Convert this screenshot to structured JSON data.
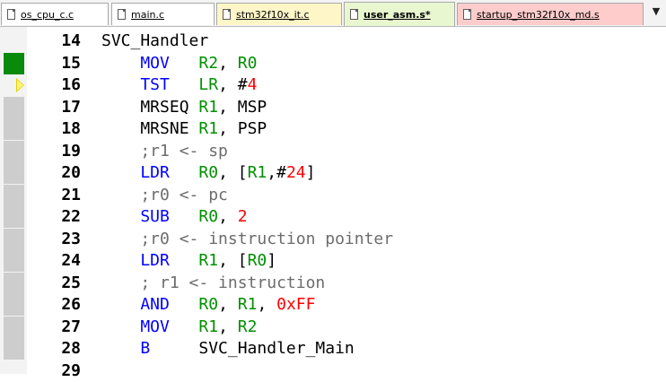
{
  "tabs": [
    {
      "label": "os_cpu_c.c",
      "active": false,
      "bg": "#ffffff"
    },
    {
      "label": "main.c",
      "active": false,
      "bg": "#ffffff"
    },
    {
      "label": "stm32f10x_it.c",
      "active": false,
      "bg": "#fff6c8"
    },
    {
      "label": "user_asm.s*",
      "active": true,
      "bg": "#e9f7d0"
    },
    {
      "label": "startup_stm32f10x_md.s",
      "active": false,
      "bg": "#ffcccc"
    }
  ],
  "tab_menu": "▼",
  "colors": {
    "keyword": "#0000ff",
    "register": "#009000",
    "number": "#ff0000",
    "comment": "#6c6c6c",
    "exec_marker": "#0a8a0a",
    "current_arrow": "#e8d000"
  },
  "lines": [
    {
      "num": "14",
      "marker": "none",
      "tokens": [
        {
          "t": "SVC_Handler",
          "c": "plain"
        }
      ]
    },
    {
      "num": "15",
      "marker": "exec",
      "tokens": [
        {
          "t": "    MOV   ",
          "c": "kw"
        },
        {
          "t": "R2",
          "c": "reg"
        },
        {
          "t": ", ",
          "c": "plain"
        },
        {
          "t": "R0",
          "c": "reg"
        }
      ]
    },
    {
      "num": "16",
      "marker": "current",
      "tokens": [
        {
          "t": "    TST   ",
          "c": "kw"
        },
        {
          "t": "LR",
          "c": "reg"
        },
        {
          "t": ", #",
          "c": "plain"
        },
        {
          "t": "4",
          "c": "num"
        }
      ]
    },
    {
      "num": "17",
      "marker": "cov",
      "tokens": [
        {
          "t": "    MRSEQ ",
          "c": "plain"
        },
        {
          "t": "R1",
          "c": "reg"
        },
        {
          "t": ", MSP",
          "c": "plain"
        }
      ]
    },
    {
      "num": "18",
      "marker": "cov",
      "tokens": [
        {
          "t": "    MRSNE ",
          "c": "plain"
        },
        {
          "t": "R1",
          "c": "reg"
        },
        {
          "t": ", PSP",
          "c": "plain"
        }
      ]
    },
    {
      "num": "19",
      "marker": "cov",
      "tokens": [
        {
          "t": "    ;r1 <- sp",
          "c": "cmt"
        }
      ]
    },
    {
      "num": "20",
      "marker": "cov",
      "tokens": [
        {
          "t": "    LDR   ",
          "c": "kw"
        },
        {
          "t": "R0",
          "c": "reg"
        },
        {
          "t": ", [",
          "c": "plain"
        },
        {
          "t": "R1",
          "c": "reg"
        },
        {
          "t": ",#",
          "c": "plain"
        },
        {
          "t": "24",
          "c": "num"
        },
        {
          "t": "]",
          "c": "plain"
        }
      ]
    },
    {
      "num": "21",
      "marker": "cov",
      "tokens": [
        {
          "t": "    ;r0 <- pc",
          "c": "cmt"
        }
      ]
    },
    {
      "num": "22",
      "marker": "cov",
      "tokens": [
        {
          "t": "    SUB   ",
          "c": "kw"
        },
        {
          "t": "R0",
          "c": "reg"
        },
        {
          "t": ", ",
          "c": "plain"
        },
        {
          "t": "2",
          "c": "num"
        }
      ]
    },
    {
      "num": "23",
      "marker": "cov",
      "tokens": [
        {
          "t": "    ;r0 <- instruction pointer",
          "c": "cmt"
        }
      ]
    },
    {
      "num": "24",
      "marker": "cov",
      "tokens": [
        {
          "t": "    LDR   ",
          "c": "kw"
        },
        {
          "t": "R1",
          "c": "reg"
        },
        {
          "t": ", [",
          "c": "plain"
        },
        {
          "t": "R0",
          "c": "reg"
        },
        {
          "t": "]",
          "c": "plain"
        }
      ]
    },
    {
      "num": "25",
      "marker": "cov",
      "tokens": [
        {
          "t": "    ; r1 <- instruction",
          "c": "cmt"
        }
      ]
    },
    {
      "num": "26",
      "marker": "cov",
      "tokens": [
        {
          "t": "    AND   ",
          "c": "kw"
        },
        {
          "t": "R0",
          "c": "reg"
        },
        {
          "t": ", ",
          "c": "plain"
        },
        {
          "t": "R1",
          "c": "reg"
        },
        {
          "t": ", ",
          "c": "plain"
        },
        {
          "t": "0xFF",
          "c": "num"
        }
      ]
    },
    {
      "num": "27",
      "marker": "cov",
      "tokens": [
        {
          "t": "    MOV   ",
          "c": "kw"
        },
        {
          "t": "R1",
          "c": "reg"
        },
        {
          "t": ", ",
          "c": "plain"
        },
        {
          "t": "R2",
          "c": "reg"
        }
      ]
    },
    {
      "num": "28",
      "marker": "cov",
      "tokens": [
        {
          "t": "    B     ",
          "c": "kw"
        },
        {
          "t": "SVC_Handler_Main",
          "c": "plain"
        }
      ]
    },
    {
      "num": "29",
      "marker": "none",
      "tokens": []
    }
  ]
}
